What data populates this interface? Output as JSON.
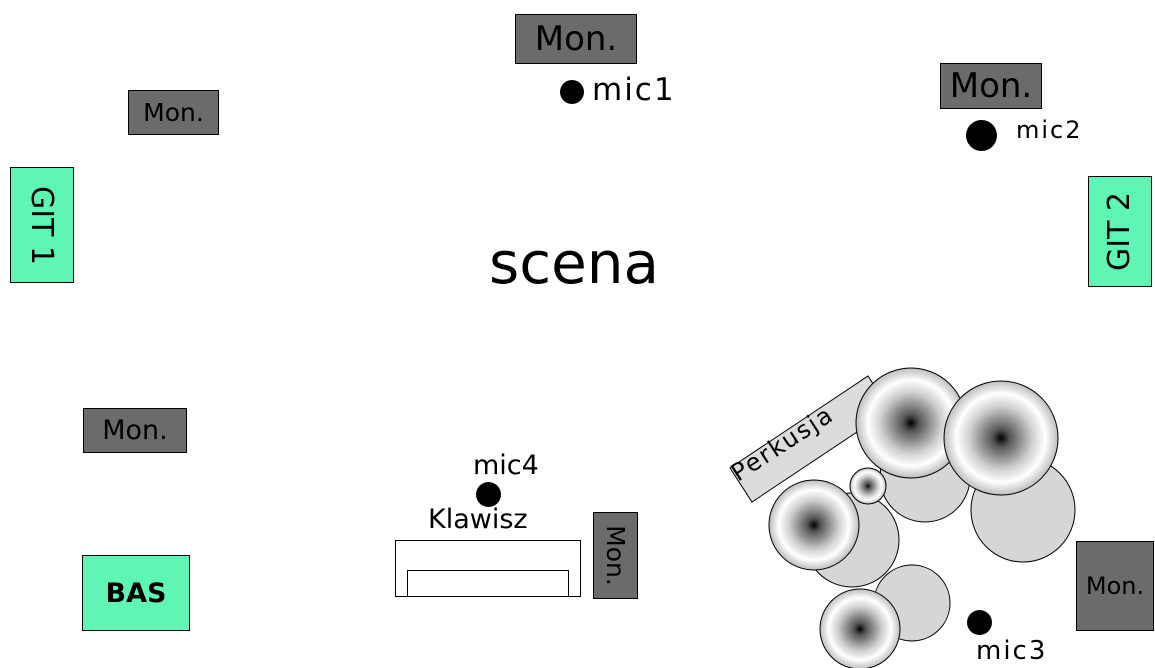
{
  "stage": {
    "title": "scena"
  },
  "monitors": {
    "top_center": "Mon.",
    "top_right": "Mon.",
    "top_left": "Mon.",
    "mid_left": "Mon.",
    "keys": "Mon.",
    "bottom_right": "Mon."
  },
  "guitars": {
    "git1": "GIT 1",
    "git2": "GIT 2",
    "bass": "BAS"
  },
  "mics": {
    "mic1": "mic1",
    "mic2": "mic2",
    "mic3": "mic3",
    "mic4": "mic4"
  },
  "keyboard": {
    "label": "Klawisz"
  },
  "drums": {
    "label": "Perkusja"
  },
  "colors": {
    "monitor": "#6b6b6b",
    "instrument": "#5ff5b4",
    "drum_shell": "#d6d6d6",
    "stage_bg": "#ffffff"
  }
}
